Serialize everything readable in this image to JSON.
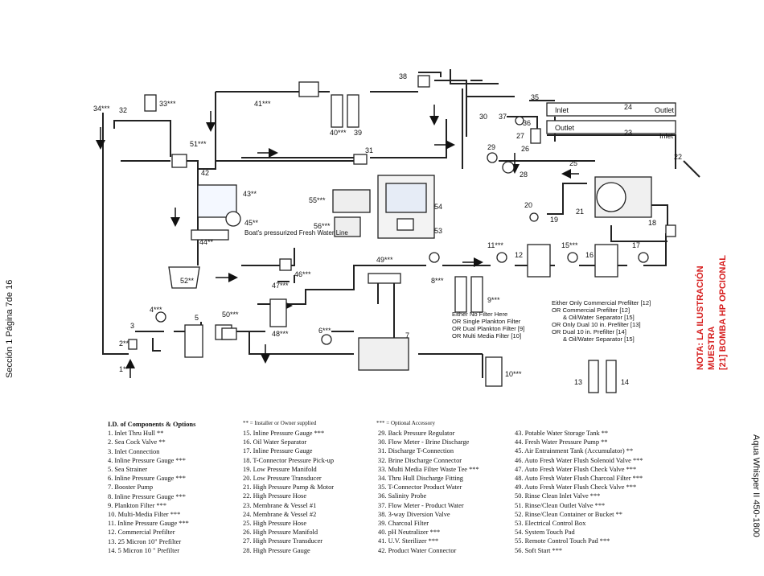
{
  "side_left_text": "Sección 1 Página 7de 16",
  "side_right_text": "Aqua Whisper II 450-1800",
  "nota": {
    "line1": "NOTA: LA ILUSTRACIÓN MUESTRA",
    "line2": "[21] BOMBA HP OPCIONAL"
  },
  "tank_labels": {
    "inlet": "Inlet",
    "outlet": "Outlet"
  },
  "boat_line": "Boat's pressurized Fresh Water Line",
  "filter_options_left": [
    "Either No Filter Here",
    "OR Single Plankton Filter",
    "OR Dual Plankton Filter [9]",
    "OR Multi Media Filter [10]"
  ],
  "filter_options_right": [
    "Either Only Commercial Prefilter [12]",
    "OR Commercial Prefilter [12]",
    "& Oil/Water Separator [15]",
    "OR Only Dual 10 in. Prefilter [13]",
    "OR Dual 10 in. Prefilter [14]",
    "& Oil/Water Separator [15]"
  ],
  "numbers": {
    "n1": "1**",
    "n2": "2**",
    "n3": "3",
    "n4": "4***",
    "n5": "5",
    "n6": "6***",
    "n7": "7",
    "n8": "8***",
    "n9": "9***",
    "n10": "10***",
    "n11": "11***",
    "n12": "12",
    "n13": "13",
    "n14": "14",
    "n15": "15***",
    "n16": "16",
    "n17": "17",
    "n18": "18",
    "n19": "19",
    "n20": "20",
    "n21": "21",
    "n22": "22",
    "n23": "23",
    "n24": "24",
    "n25": "25",
    "n26": "26",
    "n27": "27",
    "n28": "28",
    "n29": "29",
    "n30": "30",
    "n31": "31",
    "n32": "32",
    "n33": "33***",
    "n34": "34***",
    "n35": "35",
    "n36": "36",
    "n37": "37",
    "n38": "38",
    "n39": "39",
    "n40": "40***",
    "n41": "41***",
    "n42": "42",
    "n43": "43**",
    "n44": "44**",
    "n45": "45**",
    "n46": "46***",
    "n47": "47***",
    "n48": "48***",
    "n49": "49***",
    "n50": "50***",
    "n51": "51***",
    "n52": "52**",
    "n53": "53",
    "n54": "54",
    "n55": "55***",
    "n56": "56***"
  },
  "legend_notes": {
    "installer": "** = Installer or Owner supplied",
    "optional": "*** = Optional Accessory"
  },
  "legend": {
    "header": "I.D. of Components & Options",
    "col1": [
      "1.  Inlet Thru Hull **",
      "2.  Sea Cock Valve **",
      "3.  Inlet Connection",
      "4.  Inline Pressure Gauge ***",
      "5.  Sea Strainer",
      "6.  Inline Pressure Gauge ***",
      "7.  Booster Pump",
      "8.  Inline Pressure Gauge ***",
      "9.  Plankton Filter ***",
      "10.  Multi-Media Filter ***",
      "11.  Inline Pressure Gauge ***",
      "12.  Commercial Prefilter",
      "13.  25 Micron 10\" Prefilter",
      "14.  5 Micron 10 \" Prefilter"
    ],
    "col2": [
      "15.  Inline Pressure Gauge  ***",
      "16.  Oil Water Separator",
      "17.  Inline Pressure Gauge",
      "18.  T-Connector Pressure Pick-up",
      "19.  Low Pressure Manifold",
      "20.  Low Pressure Transducer",
      "21.  High Pressure Pump & Motor",
      "22.  High Pressure Hose",
      "23.  Membrane & Vessel #1",
      "24.  Membrane & Vessel #2",
      "25.  High Pressure Hose",
      "26.  High Pressure Manifold",
      "27.  High Pressure Transducer",
      "28.  High Pressure Gauge"
    ],
    "col3": [
      "29.  Back Pressure Regulator",
      "30.  Flow Meter - Brine Discharge",
      "31.  Discharge T-Connection",
      "32.  Brine Discharge Connector",
      "33.  Multi Media Filter Waste Tee ***",
      "34.  Thru Hull Discharge Fitting",
      "35.  T-Connector Product Water",
      "36.  Salinity Probe",
      "37.  Flow Meter - Product Water",
      "38.  3-way Diversion Valve",
      "39.  Charcoal Filter",
      "40.  pH Neutralizer ***",
      "41.  U.V. Sterilizer ***",
      "42.  Product Water Connector"
    ],
    "col4": [
      "43.  Potable Water Storage Tank **",
      "44.  Fresh Water Pressure Pump **",
      "45.  Air Entrainment Tank (Accumulator) **",
      "46.  Auto Fresh Water Flush Solenoid Valve ***",
      "47.  Auto Fresh Water Flush Check Valve ***",
      "48.  Auto Fresh Water Flush Charcoal Filter ***",
      "49.  Auto Fresh Water Flush Check Valve ***",
      "50.  Rinse Clean Inlet Valve ***",
      "51.  Rinse/Clean Outlet Valve ***",
      "52.  Rinse/Clean Container or Bucket **",
      "53.  Electrical Control Box",
      "54.  System Touch Pad",
      "55.  Remote Control Touch Pad ***",
      "56.  Soft Start ***"
    ]
  }
}
